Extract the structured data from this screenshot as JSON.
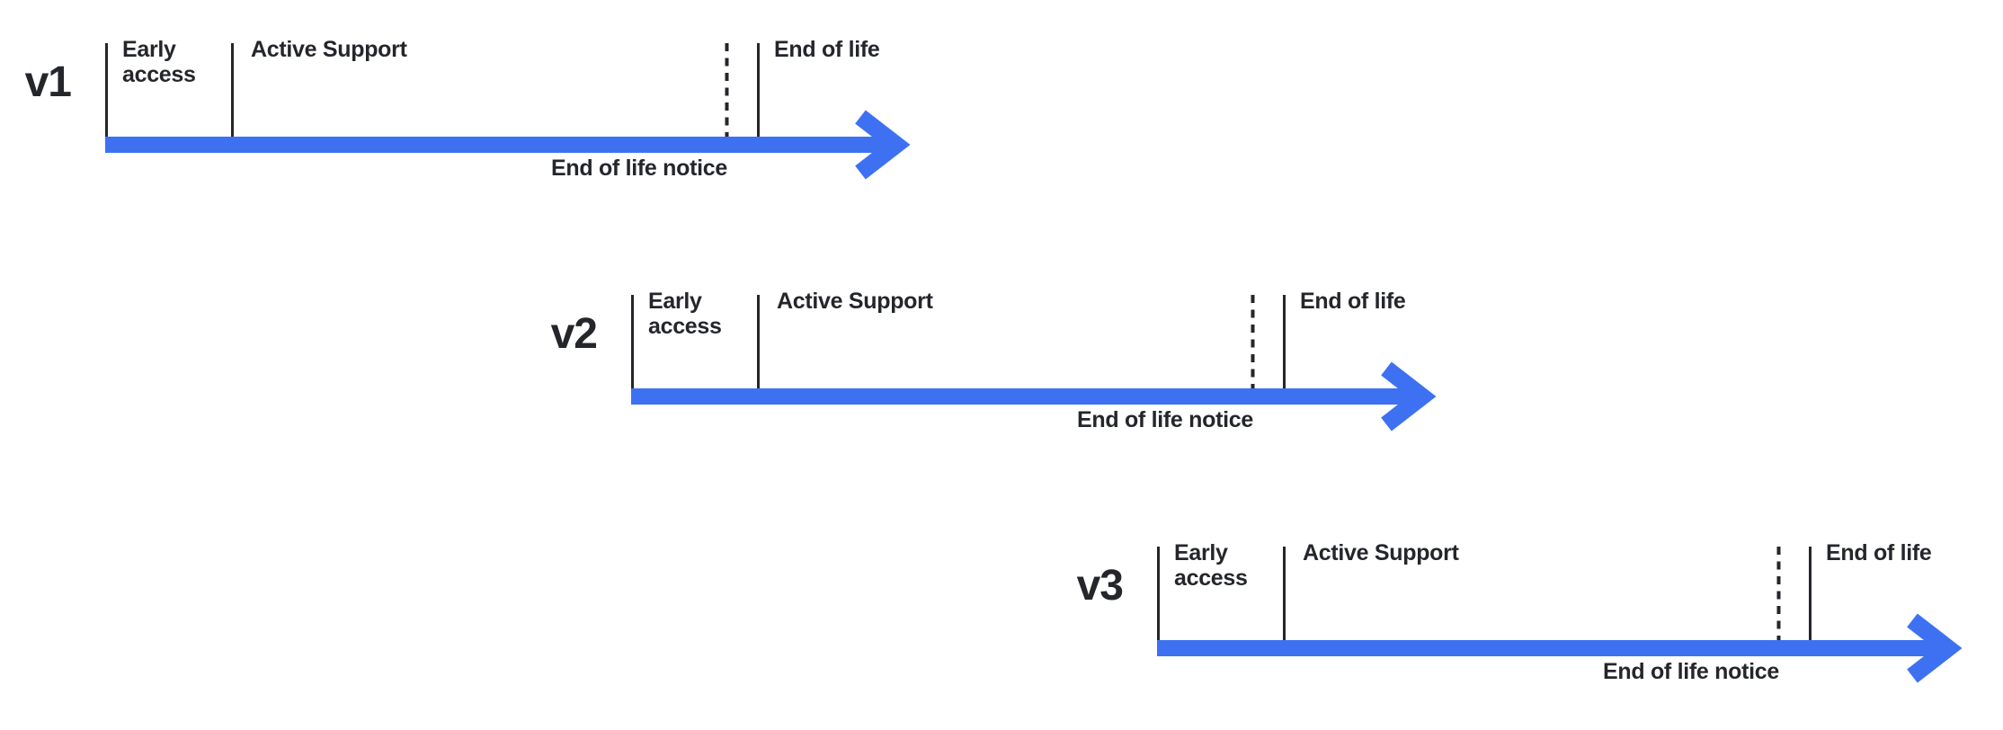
{
  "colors": {
    "background": "#ffffff",
    "accent_blue": "#3e71f1",
    "ink": "#24262b"
  },
  "versions": [
    {
      "label": "v1",
      "phases": {
        "early_access": "Early access",
        "active_support": "Active Support",
        "end_of_life": "End of life"
      },
      "notice": "End of life notice"
    },
    {
      "label": "v2",
      "phases": {
        "early_access": "Early access",
        "active_support": "Active Support",
        "end_of_life": "End of life"
      },
      "notice": "End of life notice"
    },
    {
      "label": "v3",
      "phases": {
        "early_access": "Early access",
        "active_support": "Active Support",
        "end_of_life": "End of life"
      },
      "notice": "End of life notice"
    }
  ]
}
